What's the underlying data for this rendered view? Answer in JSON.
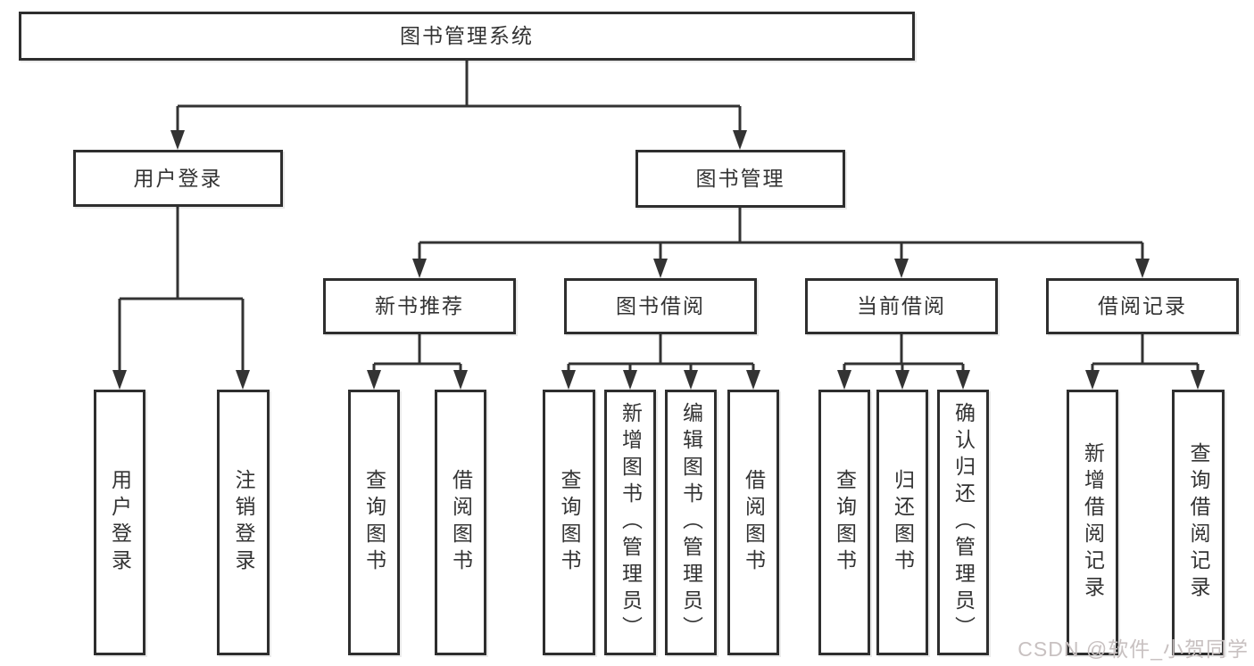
{
  "level1": {
    "label": "图书管理系统"
  },
  "level2": {
    "user_login": {
      "label": "用户登录"
    },
    "book_management": {
      "label": "图书管理"
    }
  },
  "level3": {
    "new_book_recommend": {
      "label": "新书推荐"
    },
    "book_borrow": {
      "label": "图书借阅"
    },
    "current_borrow": {
      "label": "当前借阅"
    },
    "borrow_record": {
      "label": "借阅记录"
    }
  },
  "leaves": {
    "user_login": [
      {
        "label": "用户登录"
      },
      {
        "label": "注销登录"
      }
    ],
    "new_book_recommend": [
      {
        "label": "查询图书"
      },
      {
        "label": "借阅图书"
      }
    ],
    "book_borrow": [
      {
        "label": "查询图书"
      },
      {
        "label": "新增图书（管理员）"
      },
      {
        "label": "编辑图书（管理员）"
      },
      {
        "label": "借阅图书"
      }
    ],
    "current_borrow": [
      {
        "label": "查询图书"
      },
      {
        "label": "归还图书"
      },
      {
        "label": "确认归还（管理员）"
      }
    ],
    "borrow_record": [
      {
        "label": "新增借阅记录"
      },
      {
        "label": "查询借阅记录"
      }
    ]
  },
  "watermark": {
    "text": "CSDN @软件_小贺同学"
  },
  "colors": {
    "line": "#333333",
    "border": "#2e2e2e",
    "text": "#333333",
    "background": "#ffffff",
    "watermark": "#c8c1c1"
  }
}
